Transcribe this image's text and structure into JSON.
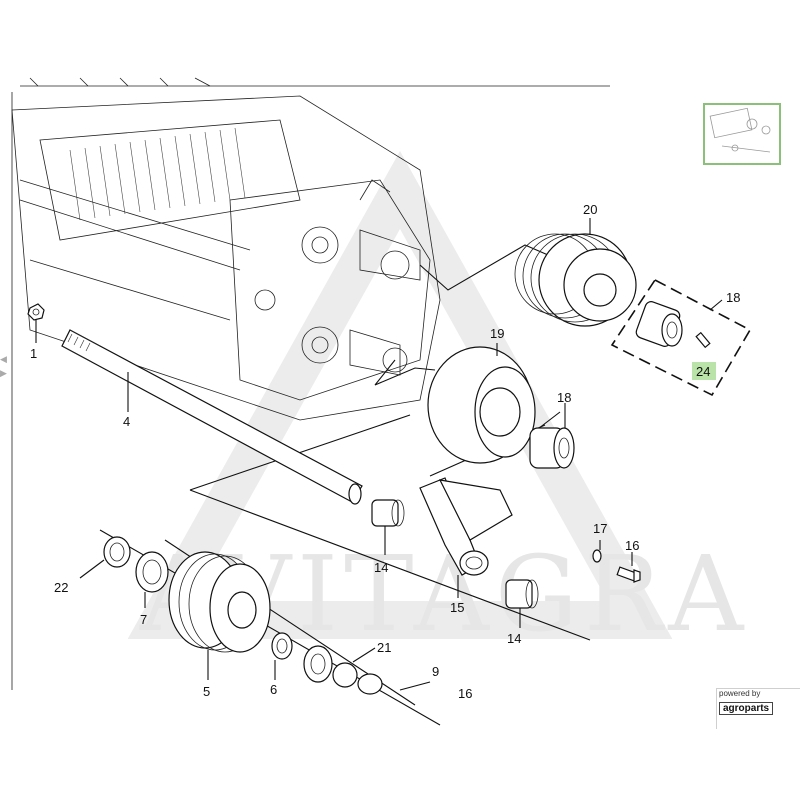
{
  "diagram": {
    "part_labels": [
      "1",
      "4",
      "20",
      "18",
      "24",
      "19",
      "18",
      "17",
      "16",
      "14",
      "15",
      "14",
      "22",
      "7",
      "5",
      "6",
      "21",
      "9",
      "16"
    ],
    "highlight_color": "#b9e3a8",
    "watermark": "AVITAGRA"
  },
  "footer": {
    "powered_label": "powered by",
    "brand": "agroparts"
  },
  "icons": {
    "nav": "chevron-left-right-icon",
    "thumbnail": "assembly-thumbnail-icon"
  }
}
